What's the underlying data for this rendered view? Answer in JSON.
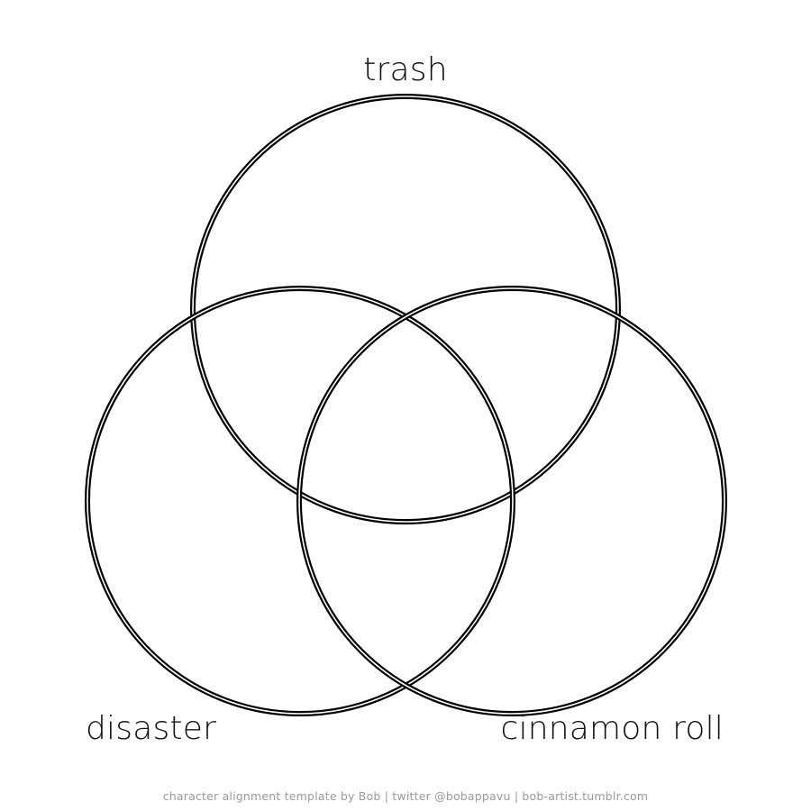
{
  "diagram": {
    "type": "venn",
    "sets": [
      {
        "id": "top",
        "label": "trash"
      },
      {
        "id": "left",
        "label": "disaster"
      },
      {
        "id": "right",
        "label": "cinnamon roll"
      }
    ],
    "stroke_color": "#000000",
    "background_color": "#ffffff"
  },
  "footer": {
    "credit": "character alignment template by Bob | twitter @bobappavu | bob-artist.tumblr.com"
  }
}
